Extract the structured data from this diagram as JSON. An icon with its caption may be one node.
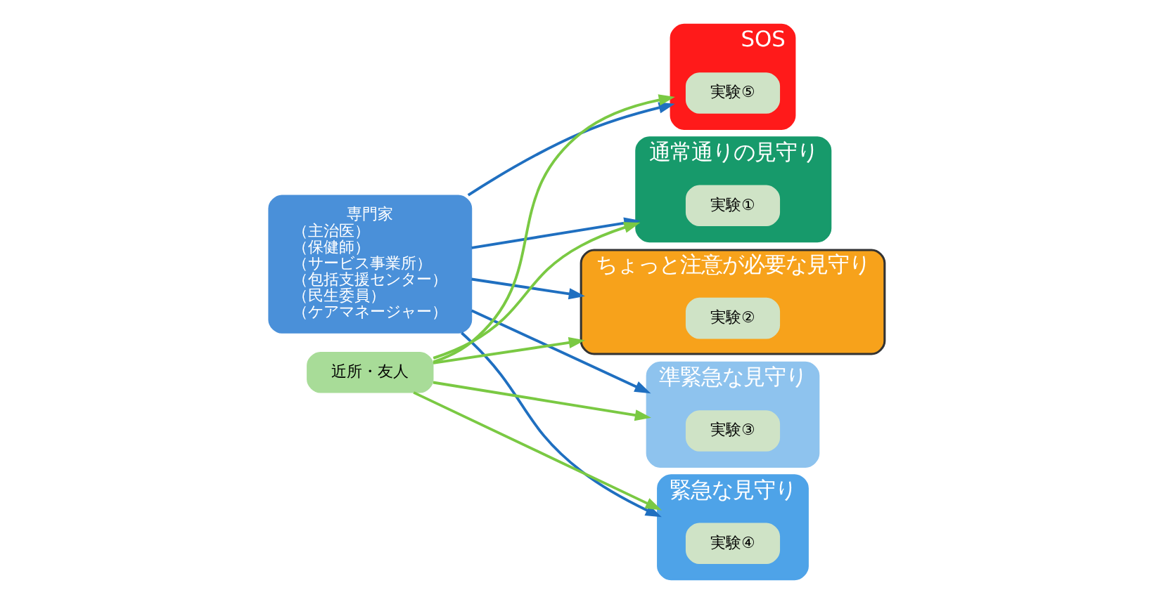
{
  "diagram": {
    "nodes": [
      {
        "text": [
          "専門家",
          "（主治医）",
          "（保健師）",
          "（サービス事業所）",
          "（包括支援センター）",
          "（民生委員）",
          "（ケアマネージャー）"
        ]
      },
      {
        "text": [
          "近所・友人"
        ]
      },
      {
        "text": [
          "通常通りの見守り"
        ]
      },
      {
        "text": [
          "実験①"
        ],
        "in": 2
      },
      {
        "text": [
          "ちょっと注意が必要な見守り"
        ]
      },
      {
        "text": [
          "実験②"
        ],
        "in": 4
      },
      {
        "text": [
          "準緊急な見守り"
        ]
      },
      {
        "text": [
          "実験③"
        ],
        "in": 6
      },
      {
        "text": [
          "緊急な見守り"
        ]
      },
      {
        "text": [
          "実験④"
        ],
        "in": 8
      },
      {
        "text": [
          "SOS"
        ]
      },
      {
        "text": [
          "実験⑤"
        ],
        "in": 10
      }
    ],
    "edges": [
      {
        "from": 0,
        "to": 2,
        "arrow": "to",
        "color": "#1f6fc0"
      },
      {
        "from": 0,
        "to": 4,
        "arrow": "to",
        "color": "#1f6fc0"
      },
      {
        "from": 0,
        "to": 6,
        "arrow": "to",
        "color": "#1f6fc0"
      },
      {
        "from": 0,
        "to": 8,
        "arrow": "to",
        "color": "#1f6fc0"
      },
      {
        "from": 0,
        "to": 10,
        "arrow": "to",
        "color": "#1f6fc0"
      },
      {
        "from": 1,
        "to": 2,
        "arrow": "to",
        "color": "#7ac943"
      },
      {
        "from": 1,
        "to": 4,
        "arrow": "to",
        "color": "#7ac943"
      },
      {
        "from": 1,
        "to": 6,
        "arrow": "to",
        "color": "#7ac943"
      },
      {
        "from": 1,
        "to": 8,
        "arrow": "to",
        "color": "#7ac943"
      },
      {
        "from": 1,
        "to": 10,
        "arrow": "to",
        "color": "#7ac943"
      }
    ]
  }
}
